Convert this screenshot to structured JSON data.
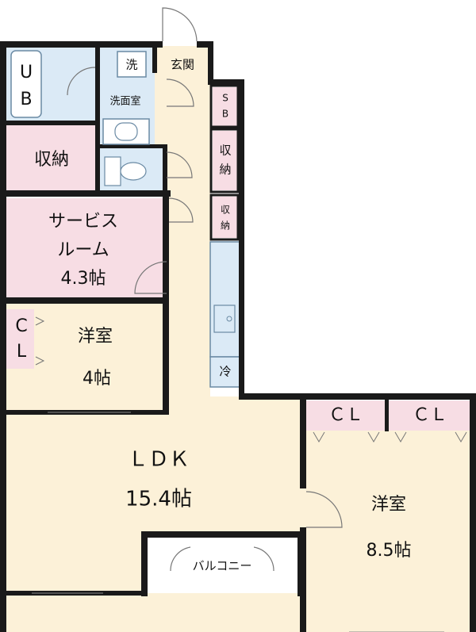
{
  "colors": {
    "wall": "#1a1a1a",
    "living_floor": "#fcf1d8",
    "wet_area": "#dbeaf6",
    "storage": "#f7dde4",
    "service_room": "#f7dde4",
    "balcony": "#ffffff"
  },
  "rooms": {
    "ldk": {
      "name": "ＬＤＫ",
      "size": "15.4帖"
    },
    "western_large": {
      "name": "洋室",
      "size": "8.5帖"
    },
    "western_small": {
      "name": "洋室",
      "size": "4帖"
    },
    "service_room": {
      "name_line1": "サービス",
      "name_line2": "ルーム",
      "size": "4.3帖"
    },
    "entrance": {
      "name": "玄関"
    },
    "washroom": {
      "name": "洗面室"
    },
    "bath": {
      "name_line1": "U",
      "name_line2": "B"
    },
    "laundry": {
      "name": "洗"
    },
    "shoe_box": {
      "name_line1": "S",
      "name_line2": "B"
    },
    "storage_main": {
      "name": "収納"
    },
    "storage_hall_1": {
      "name_line1": "収",
      "name_line2": "納"
    },
    "storage_hall_2": {
      "name_line1": "収",
      "name_line2": "納"
    },
    "closet_small": {
      "name_line1": "C",
      "name_line2": "L"
    },
    "closet_large_1": {
      "name": "ＣＬ"
    },
    "closet_large_2": {
      "name": "ＣＬ"
    },
    "fridge": {
      "name": "冷"
    },
    "balcony": {
      "name": "バルコニー"
    }
  }
}
